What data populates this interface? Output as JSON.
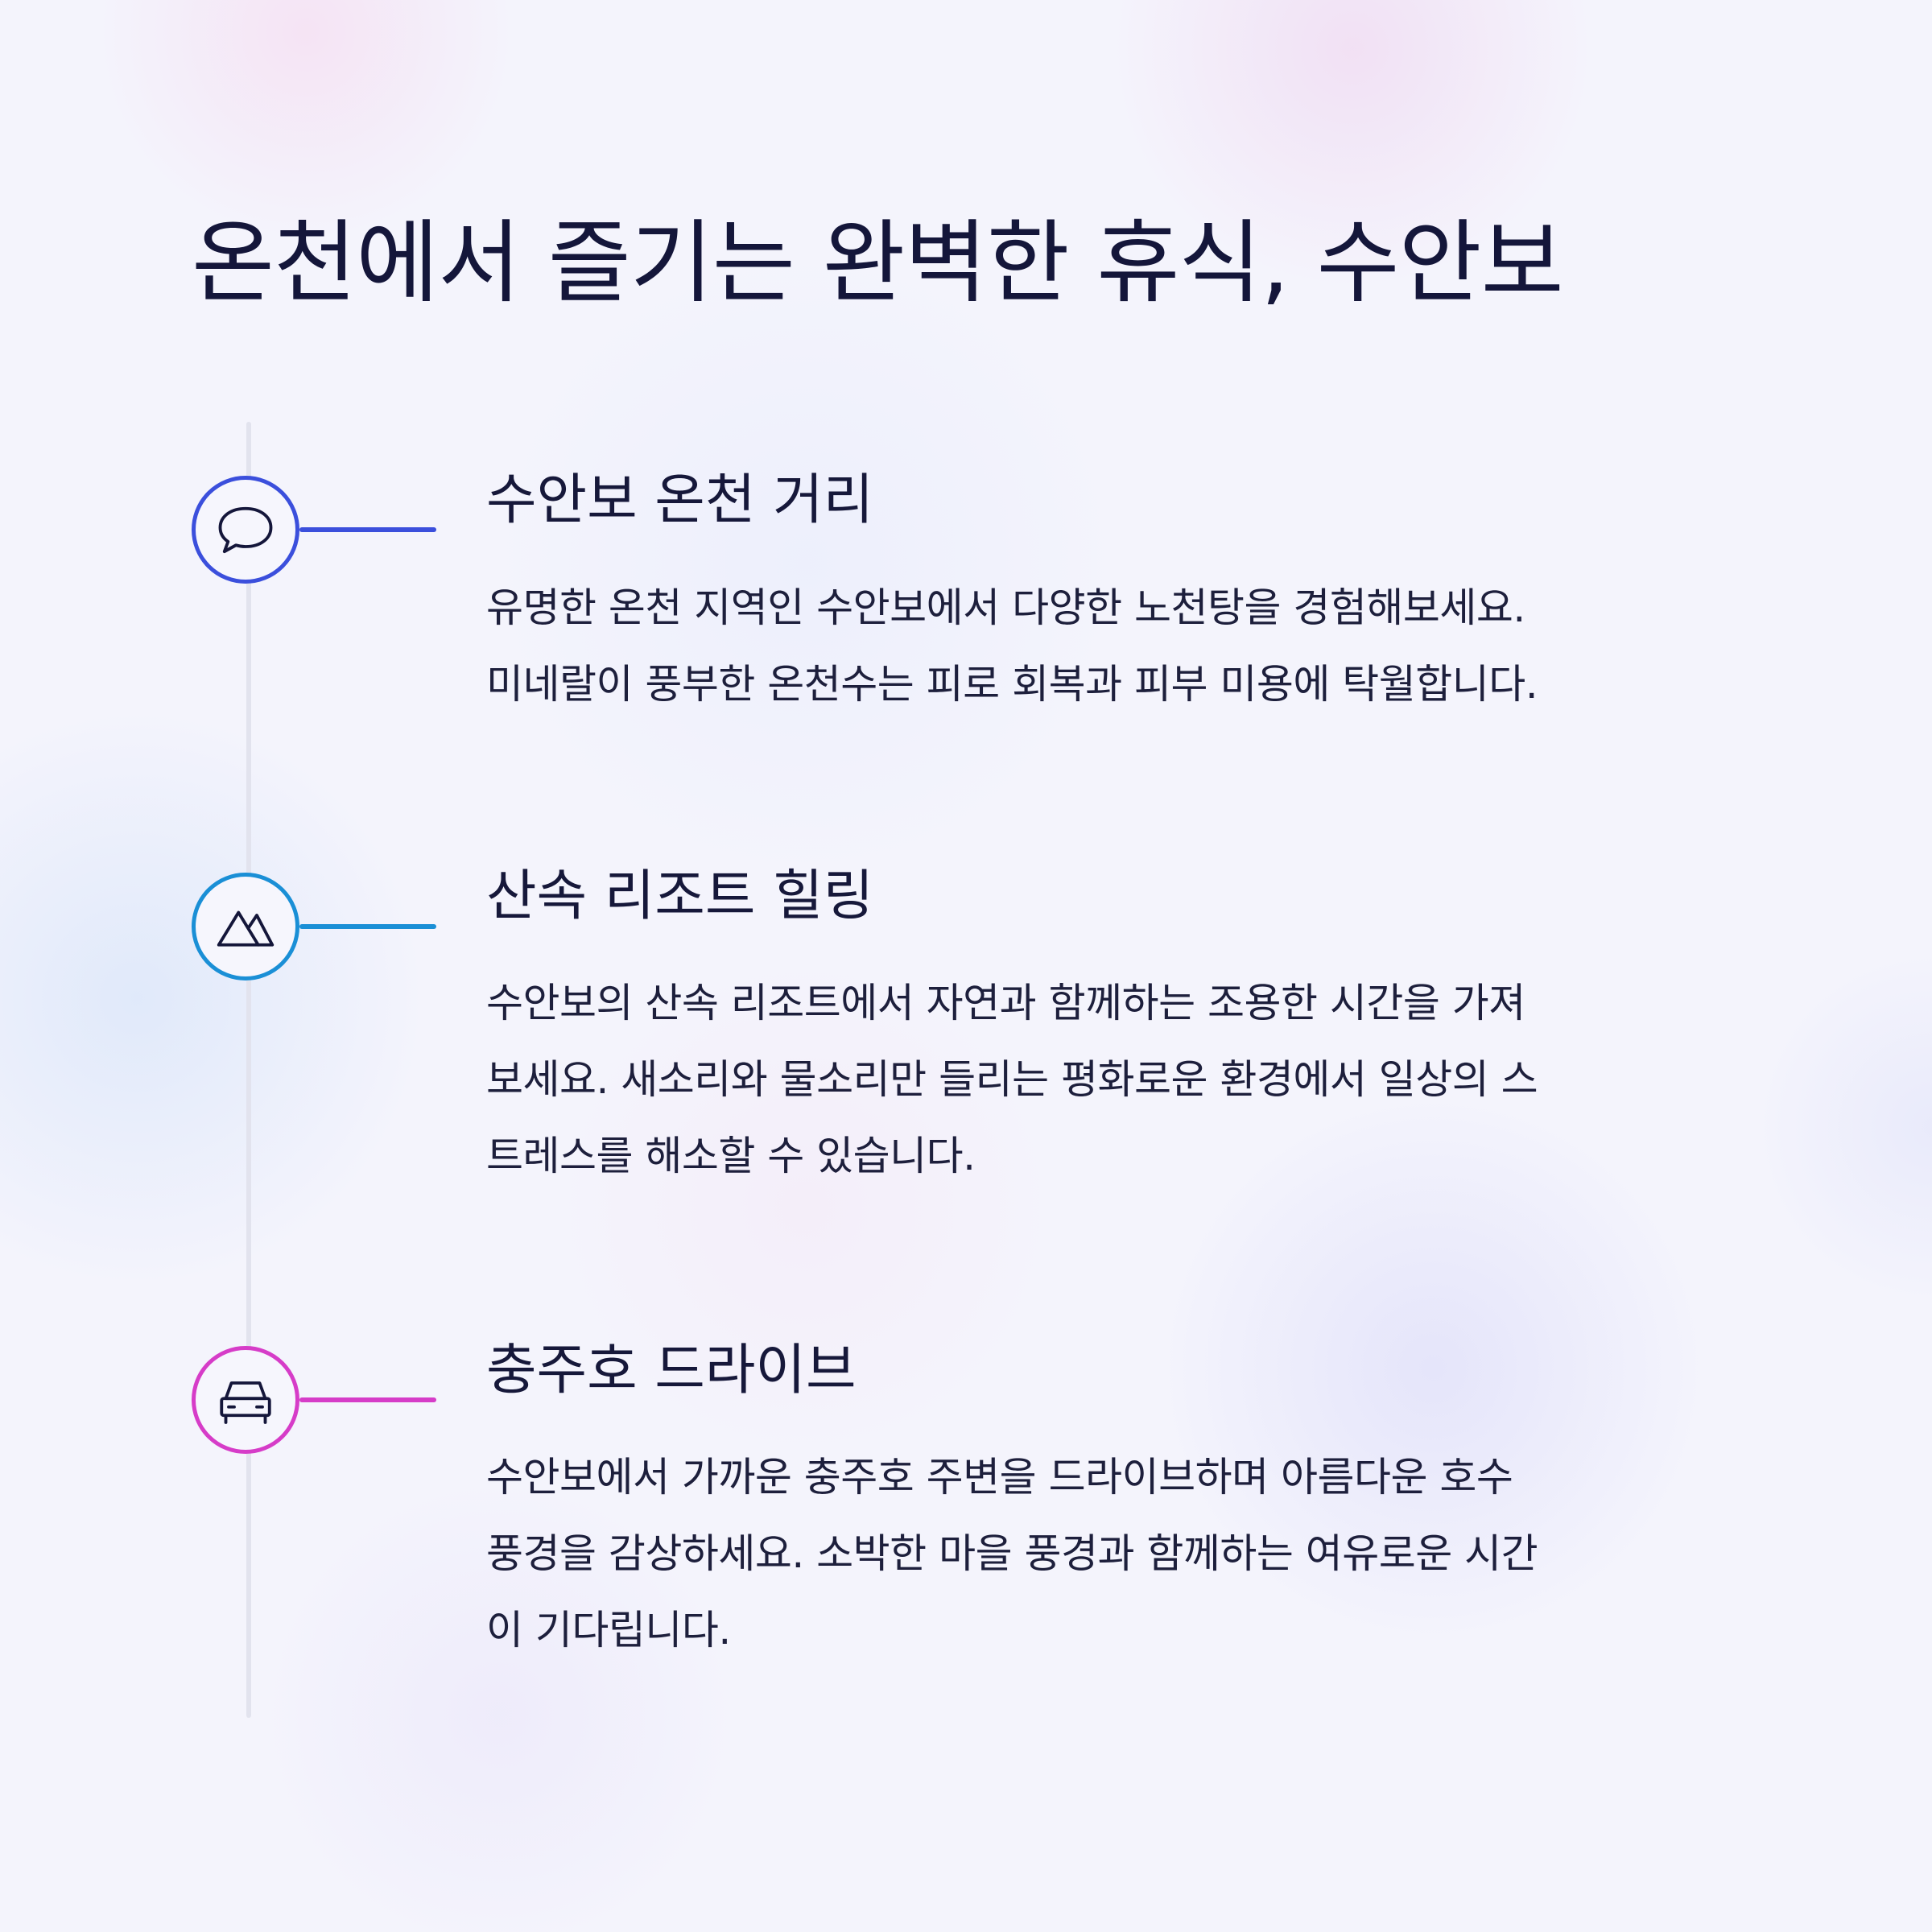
{
  "page": {
    "title": "온천에서 즐기는 완벽한 휴식, 수안보"
  },
  "items": [
    {
      "title": "수안보 온천 거리",
      "icon": "speech-bubble-icon",
      "color": "#3b4fdc",
      "body_lines": [
        "유명한 온천 지역인 수안보에서 다양한 노천탕을 경험해보세요.",
        "미네랄이 풍부한 온천수는 피로 회복과 피부 미용에 탁월합니다."
      ]
    },
    {
      "title": "산속 리조트 힐링",
      "icon": "mountain-icon",
      "color": "#1a8fd6",
      "body_lines": [
        "수안보의 산속 리조트에서 자연과 함께하는 조용한 시간을 가져",
        "보세요. 새소리와 물소리만 들리는 평화로운 환경에서 일상의 스",
        "트레스를 해소할 수 있습니다."
      ]
    },
    {
      "title": "충주호 드라이브",
      "icon": "car-icon",
      "color": "#d63cc8",
      "body_lines": [
        "수안보에서 가까운 충주호 주변을 드라이브하며 아름다운 호수",
        "풍경을 감상하세요. 소박한 마을 풍경과 함께하는 여유로운 시간",
        "이 기다립니다."
      ]
    }
  ]
}
